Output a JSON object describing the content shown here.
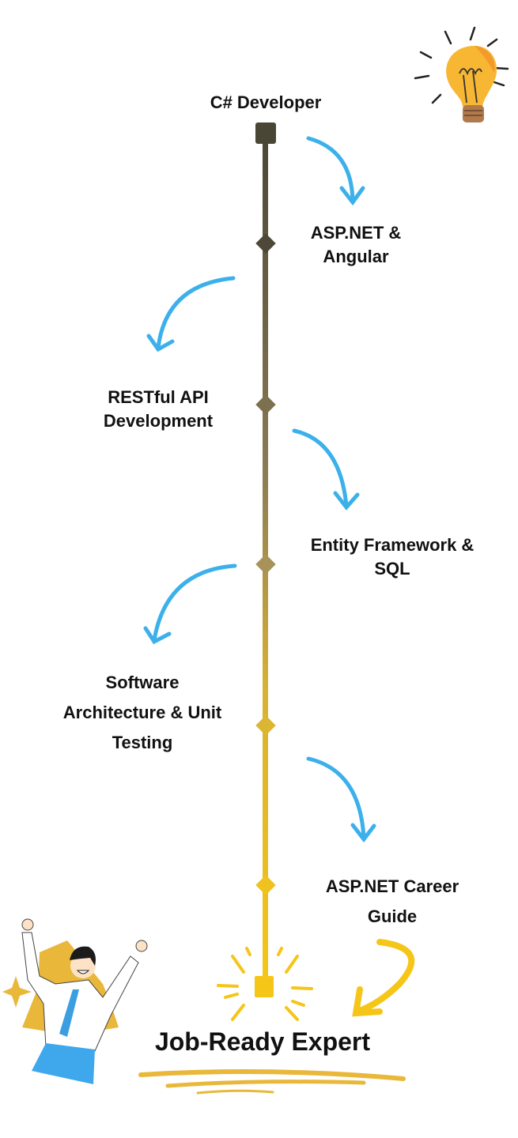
{
  "roadmap": {
    "start": "C# Developer",
    "steps": [
      {
        "lines": [
          "ASP.NET &",
          "Angular"
        ]
      },
      {
        "lines": [
          "RESTful API",
          "Development"
        ]
      },
      {
        "lines": [
          "Entity Framework &",
          "SQL"
        ]
      },
      {
        "lines": [
          "Software",
          "Architecture & Unit",
          "Testing"
        ]
      },
      {
        "lines": [
          "ASP.NET Career",
          "Guide"
        ]
      }
    ],
    "goal": "Job-Ready Expert"
  },
  "colors": {
    "line_top": "#4a4636",
    "line_bottom": "#f5c518",
    "arrow_blue": "#3bb0ea",
    "arrow_yellow": "#f5c518",
    "underline": "#e9b83a"
  },
  "icons": [
    "lightbulb-icon",
    "celebrating-person-illustration",
    "sparkle-burst-icon"
  ]
}
